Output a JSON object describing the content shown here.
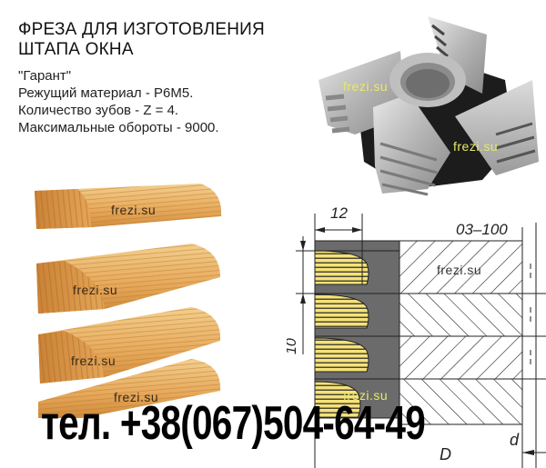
{
  "header": {
    "title_line1": "ФРЕЗА ДЛЯ ИЗГОТОВЛЕНИЯ",
    "title_line2": "ШТАПА ОКНА"
  },
  "specs": [
    "\"Гарант\"",
    "Режущий материал - Р6М5.",
    "Количество зубов - Z = 4.",
    "Максимальные обороты - 9000."
  ],
  "watermark": "frezi.su",
  "drawing": {
    "dim_width": "12",
    "dim_pitch": "10",
    "dim_diameter_range": "03–100",
    "label_D": "D",
    "label_d": "d",
    "colors": {
      "profile_gray": "#6b6b6b",
      "wood_yellow": "#f5e27a",
      "line": "#222222"
    }
  },
  "wood": {
    "colors": {
      "light": "#f0c47e",
      "mid": "#d9984a",
      "dark": "#b46d2a"
    }
  },
  "contact": {
    "phone": "тел. +38(067)504-64-49"
  }
}
